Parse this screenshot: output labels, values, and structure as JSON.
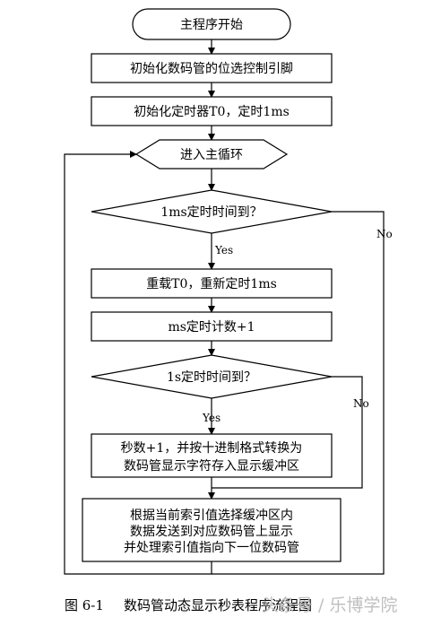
{
  "nodes": {
    "start": "主程序开始",
    "init_digit_pins": "初始化数码管的位选控制引脚",
    "init_timer": "初始化定时器T0，定时1ms",
    "main_loop": "进入主循环",
    "check_1ms": "1ms定时时间到？",
    "reload_timer": "重载T0，重新定时1ms",
    "ms_count": "ms定时计数+1",
    "check_1s": "1s定时时间到？",
    "seconds_update": [
      "秒数+1，并按十进制格式转换为",
      "数码管显示字符存入显示缓冲区"
    ],
    "display_update": [
      "根据当前索引值选择缓冲区内",
      "数据发送到对应数码管上显示",
      "并处理索引值指向下一位数码管"
    ]
  },
  "edges": {
    "yes_1ms": "Yes",
    "no_1ms": "No",
    "yes_1s": "Yes",
    "no_1s": "No"
  },
  "caption": {
    "number": "图 6-1",
    "title": "数码管动态显示秒表程序流程图"
  },
  "watermark": "头条号 / 乐博学院",
  "colors": {
    "stroke": "#000000",
    "background": "#ffffff",
    "watermark": "#bfbfbf"
  }
}
